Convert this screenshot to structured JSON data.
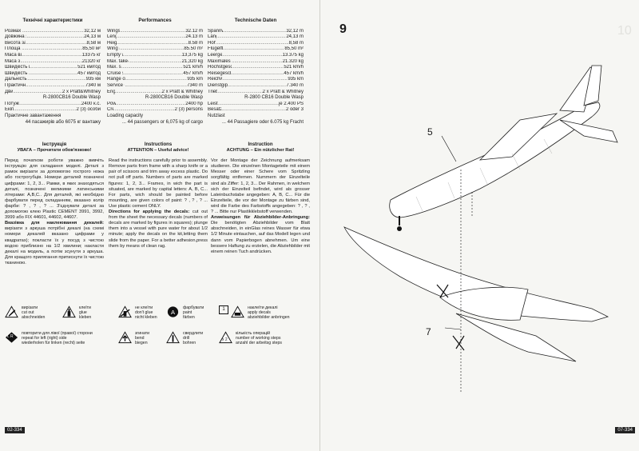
{
  "specs": {
    "ua": {
      "title": "Технічні характеристики",
      "rows": [
        [
          "Розмах крила",
          "32,12 м"
        ],
        [
          "Довжина загальна",
          "24,13 м"
        ],
        [
          "Висота загальна",
          "8,58 м"
        ],
        [
          "Площа крила",
          "85,50 м²"
        ],
        [
          "Маса власна",
          "13375 кг"
        ],
        [
          "Маса злітна",
          "21320 кг"
        ],
        [
          "Швидкість максимальна",
          "521 км/год"
        ],
        [
          "Швидкість крейсерська",
          "457 км/год"
        ],
        [
          "Дальність польоту",
          "935 км"
        ],
        [
          "Практична стеля",
          "7340 м"
        ],
        [
          "Двигуни",
          "2 x Pratt&Whitney"
        ]
      ],
      "engine_model": "R-2800CB16 Double Wasp",
      "rows2": [
        [
          "Потужність",
          "2400 к.с."
        ],
        [
          "Екіпаж",
          "2 (3) особи"
        ]
      ],
      "cargo_label": "Практичне завантаження",
      "cargo_value": "44 пасажирів або 6075 кг вантажу"
    },
    "en": {
      "title": "Performances",
      "rows": [
        [
          "Wingspan",
          "32.12 m"
        ],
        [
          "Length",
          "24.13 m"
        ],
        [
          "Height",
          "8.58 m"
        ],
        [
          "Wing area",
          "85.50 m²"
        ],
        [
          "Empty weight",
          "13,375 kg"
        ],
        [
          "Max. take-off weight",
          "21,320 kg"
        ],
        [
          "Max. speed",
          "521 km/h"
        ],
        [
          "Cruise speed",
          "457 km/h"
        ],
        [
          "Range of flight",
          "935 km"
        ],
        [
          "Service ceiling",
          "7340 m"
        ],
        [
          "Engines",
          "2 x Pratt & Whitney"
        ]
      ],
      "engine_model": "R-2800CB16 Double Wasp",
      "rows2": [
        [
          "Power",
          "2400 hp"
        ],
        [
          "Crew",
          "2 (3) persons"
        ]
      ],
      "cargo_label": "Loading capacity",
      "cargo_value": "... 44 passengers or 6,075 kg of cargo"
    },
    "de": {
      "title": "Technische Daten",
      "rows": [
        [
          "Spannweite",
          "32,12 m"
        ],
        [
          "Länge",
          "24,13 m"
        ],
        [
          "Höhe",
          "8,58 m"
        ],
        [
          "Flügelfläche",
          "85,50 m²"
        ],
        [
          "Leergewicht",
          "13.375 kg"
        ],
        [
          "Maximales Startgewicht",
          "21.320 kg"
        ],
        [
          "Höchstgeschwindigkeit",
          "521 km/h"
        ],
        [
          "Reisegeschwindigkeit",
          "457 km/h"
        ],
        [
          "Reichweite",
          "935 km"
        ],
        [
          "Dienstgipfelhöhe",
          "7.340 m"
        ],
        [
          "Triebwerke",
          "2 x Pratt & Whitney"
        ]
      ],
      "engine_model": "R-2800 CB16 Double Wasp",
      "rows2": [
        [
          "Leistung",
          "je 2.400 PS"
        ],
        [
          "Besatzung",
          "2 oder 3"
        ]
      ],
      "cargo_label": "Nutzlast",
      "cargo_value": "... 44 Passagiere oder 6.075 kg Fracht"
    }
  },
  "instructions": {
    "ua": {
      "title": "Інструкція",
      "subtitle": "УВАГА – Прочитати обов'язково!",
      "body": "Перед початком роботи уважно вивчіть інструкцію для складання моделі. Деталі з рамок вирізати за допомогою гострого ножа або гострогубців. Номери деталей позначені цифрами: 1, 2, 3... Рамки, в яких знаходяться деталі, позначені великими латинськими літерами: A,B,C.. Для деталей, які необхідно фарбувати перед складанням, вказано колір фарби: ? , ? , ? ... З'єднувати деталі за допомогою клею Plastic CEMENT 3991, 3992, 3999 або FIX 44601, 44602, 44607.",
      "decals_title": "Вказівка для наклеювання декалей:",
      "decals_body": "вирізати з аркуша потрібні декалі (на схемі номери декалей вказано цифрами у квадратах); покласти їх у посуд з чистою водою приблизно на 1/2 хвилини; накласти декалі на модель, а потім зсунути з аркуша. Для кращого прилягання притиснути їх чистою тканиною."
    },
    "en": {
      "title": "Instructions",
      "subtitle": "ATTENTION – Useful advice!",
      "body": "Read the instructions carefully prior to assembly. Remove parts from frame with a sharp knife or a pair of scissors and trim away excess plastic. Do not pull off parts. Numbers of parts are marked figures: 1, 2, 3... Frames, in wich the part is situated, are marked by capital letters: A, B, C... For parts, wich should be painted before mounting, are given colors of paint: ? , ? , ? ... Use plastic cement ONLY.",
      "decals_title": "Directions for applying the decals:",
      "decals_body": "cut out from the sheet the necessary decals (numbers of decals are marked by figures in squares); plunge them into a vessel with pure water for about 1/2 minute; apply the decals on the kit,letting them slide from the paper. For a better adhesion,press them by means of clean rag."
    },
    "de": {
      "title": "Instruction",
      "subtitle": "ACHTUNG – Ein nützlicher Rat!",
      "body": "Vor der Montage der Zeichnung aufmerksam studieren. Die einzelnen Montageteile mit einem Messer oder einer Schere vom Spritzling sorgfältig entfernen. Nummern der Einzelteile sind als Ziffer: 1, 2, 3... Der Rahmen, in welchem sich der Einzelteil befindet, wird als grosser Lateinbuchstabe angegeben: A, B, C... Für die Einzelteile, die vor der Montage zu färben sind, wird die Farbe des Farbstoffs angegeben: ? , ? , ? ... Bitte nur Plastikklebstoff verwenden.",
      "decals_title": "Anweisungen für Abziehbilder-Anbringung:",
      "decals_body": "Die benötigten Abziehbilder vom Blatt abschneiden, in einGlas reines Wasser für etwa 1/2 Minute eintauchen, auf das Modell legen und dann vom Papierbogen abnehmen. Um eine bessere Haftung zu erzielen, die Abziehbilder mit einem reinen Tuch andrücken."
    }
  },
  "legend": [
    {
      "name": "cut",
      "lines": [
        "вирізати",
        "cut out",
        "abschneiden"
      ]
    },
    {
      "name": "glue",
      "lines": [
        "клеїти",
        "glue",
        "kleben"
      ]
    },
    {
      "name": "no-glue",
      "lines": [
        "не клеїти",
        "don't glue",
        "nicht kleben"
      ]
    },
    {
      "name": "paint",
      "lines": [
        "фарбувати",
        "paint",
        "färben"
      ]
    },
    {
      "name": "decals",
      "lines": [
        "наклеїти декалі",
        "apply decals",
        "abziehbilder anbringen"
      ]
    },
    {
      "name": "repeat",
      "lines": [
        "повторити для лівої (правої) сторони",
        "repeat for left (right) side",
        "wiederholen für linken (recht) seite"
      ]
    },
    {
      "name": "bend",
      "lines": [
        "згинати",
        "bend",
        "biegen"
      ]
    },
    {
      "name": "drill",
      "lines": [
        "свердлити",
        "drill",
        "bohren"
      ]
    },
    {
      "name": "count",
      "lines": [
        "кількість операцій",
        "number of working steps",
        "anzahl der arbeitsg steps"
      ]
    }
  ],
  "icon_texts": {
    "decal_box": "1",
    "repeat": "L R",
    "count": "x 2"
  },
  "page_left": "02-334",
  "page_right": "07-334",
  "step": "9",
  "ghost": "10",
  "callouts": [
    "5",
    "7"
  ]
}
